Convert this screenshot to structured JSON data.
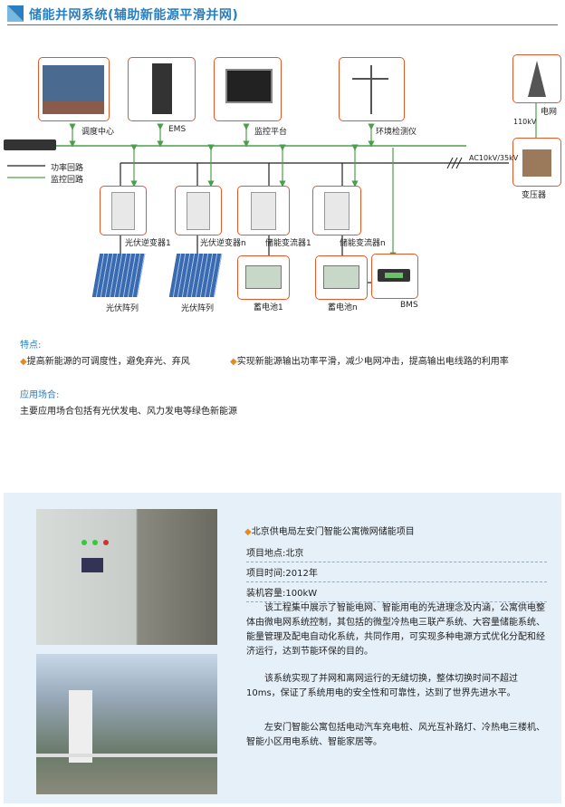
{
  "header": {
    "title": "储能并网系统(辅助新能源平滑并网)"
  },
  "diagram": {
    "top_labels": {
      "dispatch": "调度中心",
      "ems": "EMS",
      "monitor": "监控平台",
      "env": "环境检测仪",
      "grid": "电网"
    },
    "voltage_110": "110kV",
    "ac_label": "AC10kV/35kV",
    "transformer": "变压器",
    "legend": {
      "power": "功率回路",
      "monitor": "监控回路"
    },
    "devices": {
      "pv_inv1": "光伏逆变器1",
      "pv_invn": "光伏逆变器n",
      "pcs1": "储能变流器1",
      "pcsn": "储能变流器n"
    },
    "bottom": {
      "pv1": "光伏阵列",
      "pv2": "光伏阵列",
      "bat1": "蓄电池1",
      "batn": "蓄电池n",
      "bms": "BMS"
    },
    "colors": {
      "accent": "#2a7fc0",
      "box_border": "#e05a2a",
      "line_green": "#4aa04a"
    }
  },
  "features": {
    "heading": "特点:",
    "item1": "提高新能源的可调度性，避免弃光、弃风",
    "item2": "实现新能源输出功率平滑，减少电网冲击，提高输出电线路的利用率"
  },
  "application": {
    "heading": "应用场合:",
    "text": "主要应用场合包括有光伏发电、风力发电等绿色新能源"
  },
  "project": {
    "title": "北京供电局左安门智能公寓微网储能项目",
    "location": "项目地点:北京",
    "time": "项目时间:2012年",
    "capacity": "装机容量:100kW",
    "para1": "该工程集中展示了智能电网、智能用电的先进理念及内涵，公寓供电整体由微电网系统控制，其包括的微型冷热电三联产系统、大容量储能系统、能量管理及配电自动化系统，共同作用，可实现多种电源方式优化分配和经济运行，达到节能环保的目的。",
    "para2": "该系统实现了并网和离网运行的无缝切换，整体切换时间不超过10ms，保证了系统用电的安全性和可靠性，达到了世界先进水平。",
    "para3": "左安门智能公寓包括电动汽车充电桩、风光互补路灯、冷热电三楼机、智能小区用电系统、智能家居等。"
  }
}
